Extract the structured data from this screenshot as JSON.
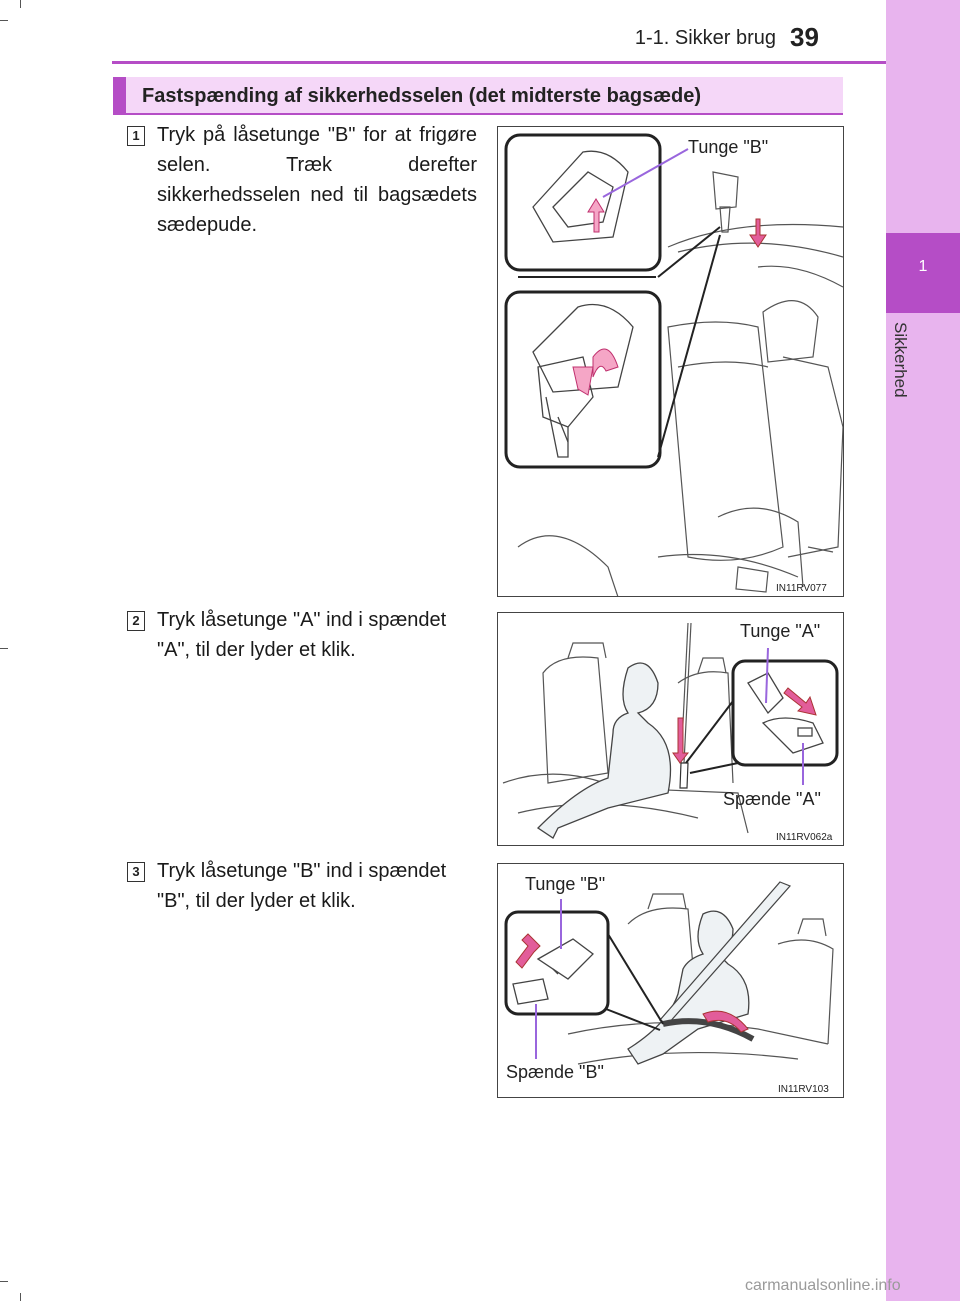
{
  "header": {
    "section": "1-1. Sikker brug",
    "page_number": "39"
  },
  "side_tab": {
    "chapter_number": "1",
    "chapter_label": "Sikkerhed"
  },
  "section_title": "Fastspænding af sikkerhedsselen (det midterste bagsæde)",
  "steps": [
    {
      "number": "1",
      "text": "Tryk på låsetunge \"B\" for at frigøre selen. Træk derefter sikkerhedsselen ned til bagsædets sædepude."
    },
    {
      "number": "2",
      "text": "Tryk låsetunge \"A\" ind i spændet \"A\", til der lyder et klik."
    },
    {
      "number": "3",
      "text": "Tryk låsetunge \"B\" ind i spændet \"B\", til der lyder et klik."
    }
  ],
  "figures": [
    {
      "labels": [
        "Tunge \"B\""
      ],
      "code": "IN11RV077"
    },
    {
      "labels": [
        "Tunge \"A\"",
        "Spænde \"A\""
      ],
      "code": "IN11RV062a"
    },
    {
      "labels": [
        "Tunge \"B\"",
        "Spænde \"B\""
      ],
      "code": "IN11RV103"
    }
  ],
  "watermark": "carmanualsonline.info",
  "colors": {
    "accent": "#b54dc6",
    "tab_light": "#e8b4ee",
    "title_bg": "#f5d7f8",
    "arrow_pink": "#e25d9a",
    "callout_line": "#9966dd"
  }
}
